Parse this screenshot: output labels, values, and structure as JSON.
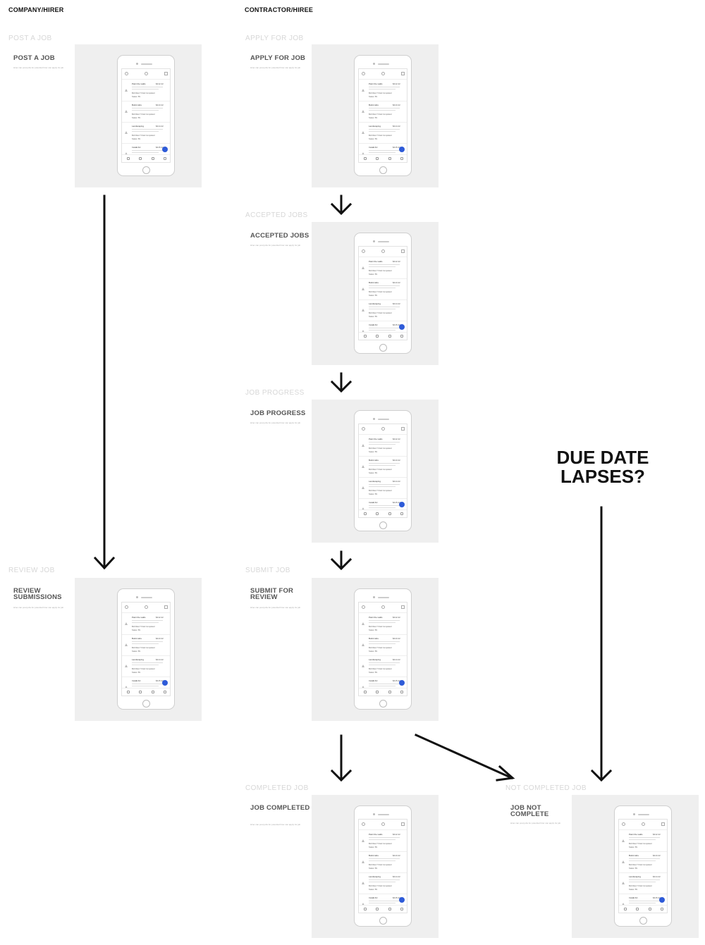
{
  "columns": {
    "hirer": "COMPANY/HIRER",
    "hiree": "CONTRACTOR/HIREE"
  },
  "stages": {
    "post_job": {
      "label": "POST A JOB",
      "title": "POST A JOB",
      "desc": "Hirer can post jobs for potential hirer can apply for job"
    },
    "apply_job": {
      "label": "APPLY FOR JOB",
      "title": "APPLY FOR JOB",
      "desc": "Hirer can post jobs for potential hirer can apply for job"
    },
    "accepted_jobs": {
      "label": "ACCEPTED JOBS",
      "title": "ACCEPTED JOBS",
      "desc": "Hirer can post jobs for potential hirer can apply for job"
    },
    "job_progress": {
      "label": "JOB PROGRESS",
      "title": "JOB PROGRESS",
      "desc": "Hirer can post jobs for potential hirer can apply for job"
    },
    "review_job": {
      "label": "REVIEW JOB",
      "title": "REVIEW SUBMISSIONS",
      "desc": "Hirer can post jobs for potential hirer can apply for job"
    },
    "submit_job": {
      "label": "SUBMIT JOB",
      "title": "SUBMIT FOR REVIEW",
      "desc": "Hirer can post jobs for potential hirer can apply for job"
    },
    "completed_job": {
      "label": "COMPLETED JOB",
      "title": "JOB COMPLETED",
      "desc": "Hirer can post jobs for potential hirer can apply for job"
    },
    "not_completed_job": {
      "label": "NOT COMPLETED JOB",
      "title": "JOB NOT COMPLETE",
      "desc": "Hirer can post jobs for potential hirer can apply for job"
    }
  },
  "due_date": "DUE DATE LAPSES?",
  "mockup": {
    "rows": [
      {
        "title": "Paint the walls",
        "amount": "$412.22",
        "meta": "Bid Filled  7 Filed  Completed",
        "meta2": "Status: 5N"
      },
      {
        "title": "Build cabs",
        "amount": "$413.22",
        "meta": "Bid Filled  7 Filed  Completed",
        "meta2": "Status: 5N"
      },
      {
        "title": "Landscaping",
        "amount": "$414.22",
        "meta": "Bid Filled  7 Filed  Completed",
        "meta2": "Status: 5N"
      },
      {
        "title": "Install AC",
        "amount": "$415.22",
        "meta": "",
        "meta2": ""
      }
    ]
  }
}
